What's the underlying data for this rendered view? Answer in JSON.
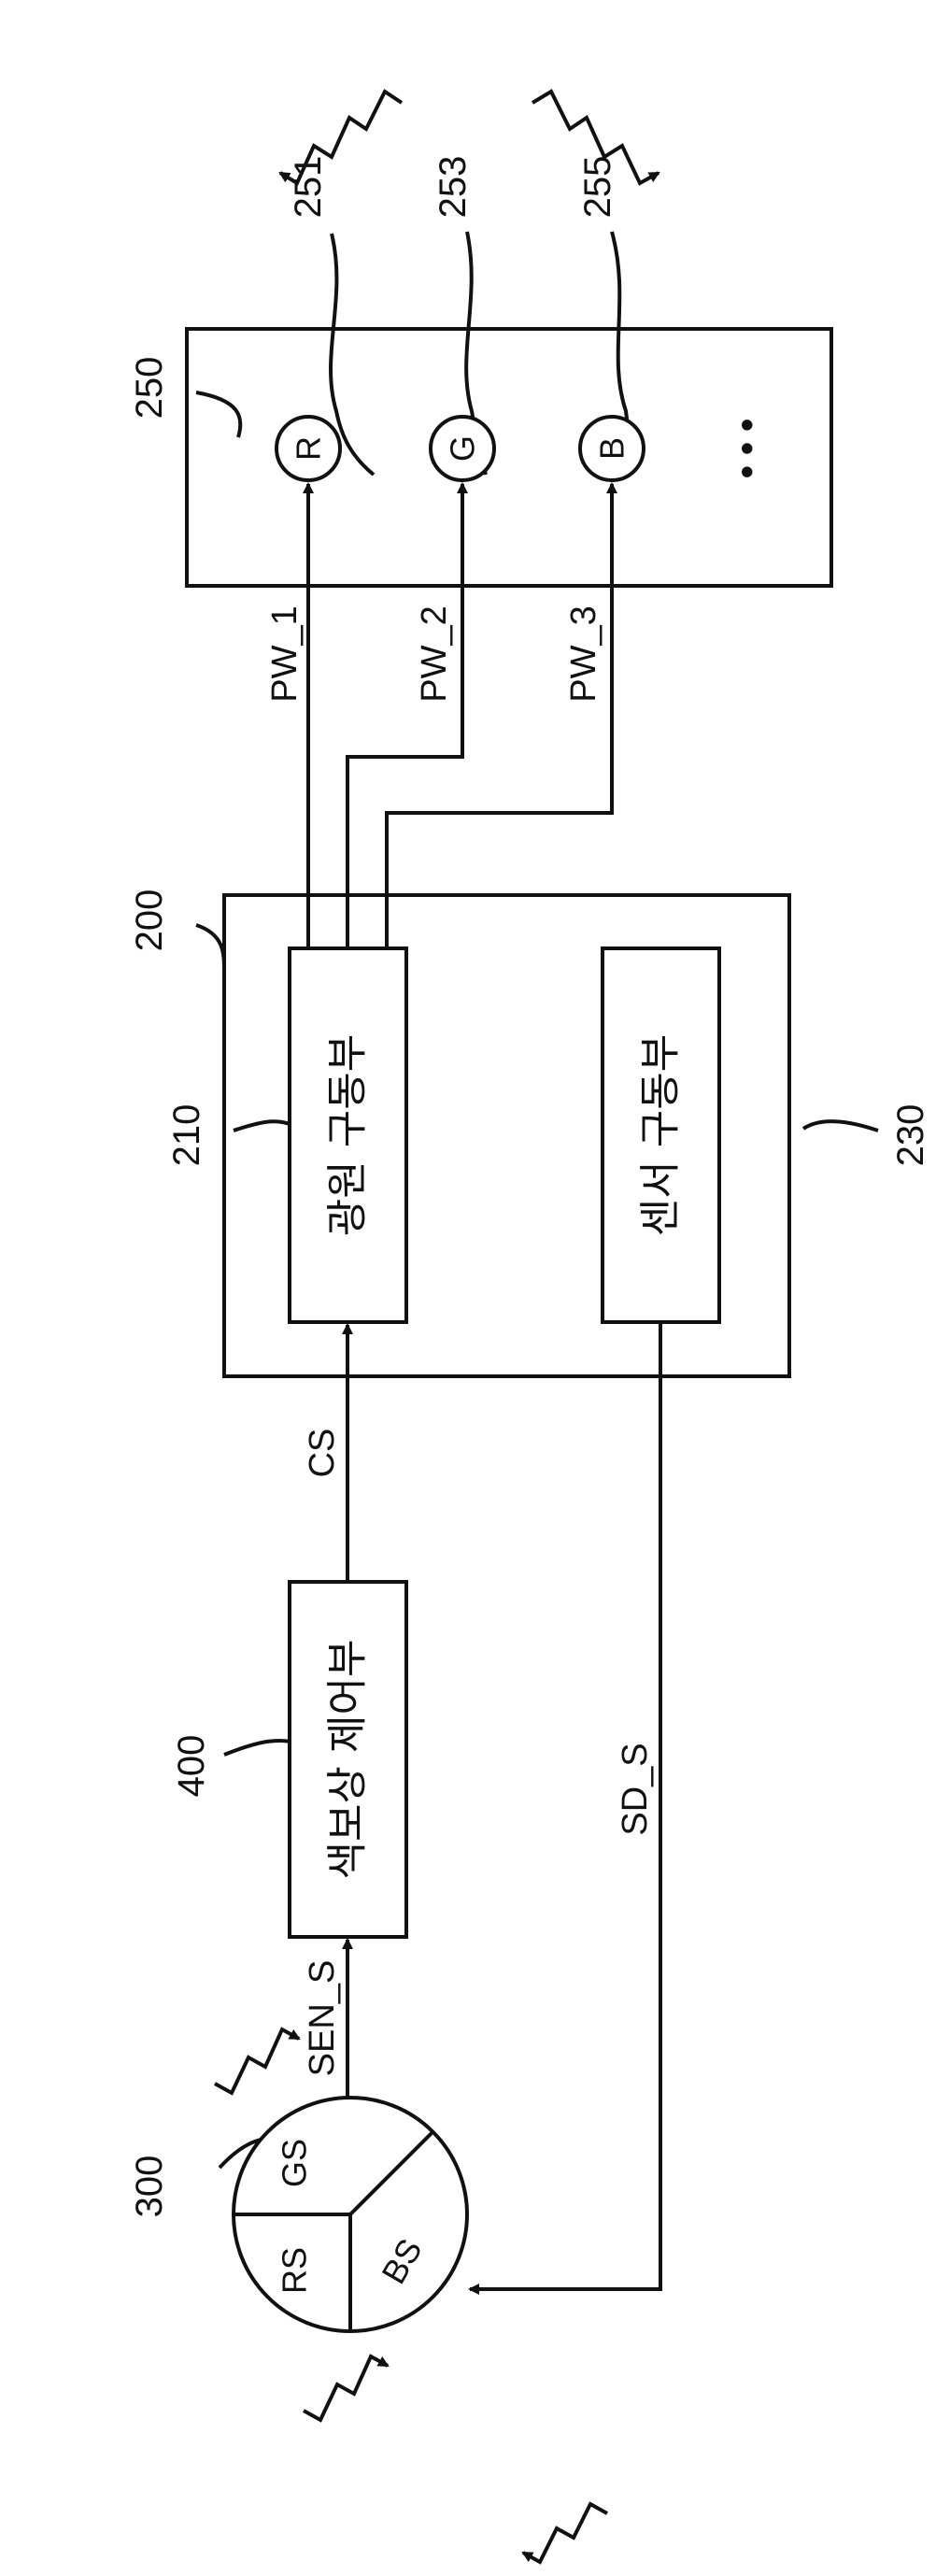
{
  "diagram": {
    "ref_250": "250",
    "ref_251": "251",
    "ref_253": "253",
    "ref_255": "255",
    "ref_200": "200",
    "ref_210": "210",
    "ref_230": "230",
    "ref_400": "400",
    "ref_300": "300",
    "led_r": "R",
    "led_g": "G",
    "led_b": "B",
    "led_more": "• • •",
    "pw_1": "PW_1",
    "pw_2": "PW_2",
    "pw_3": "PW_3",
    "light_source_driver": "광원 구동부",
    "sensor_driver": "센서 구동부",
    "color_correction_controller": "색보상 제어부",
    "cs": "CS",
    "sd_s": "SD_S",
    "sen_s": "SEN_S",
    "sensor_rs": "RS",
    "sensor_gs": "GS",
    "sensor_bs": "BS"
  }
}
